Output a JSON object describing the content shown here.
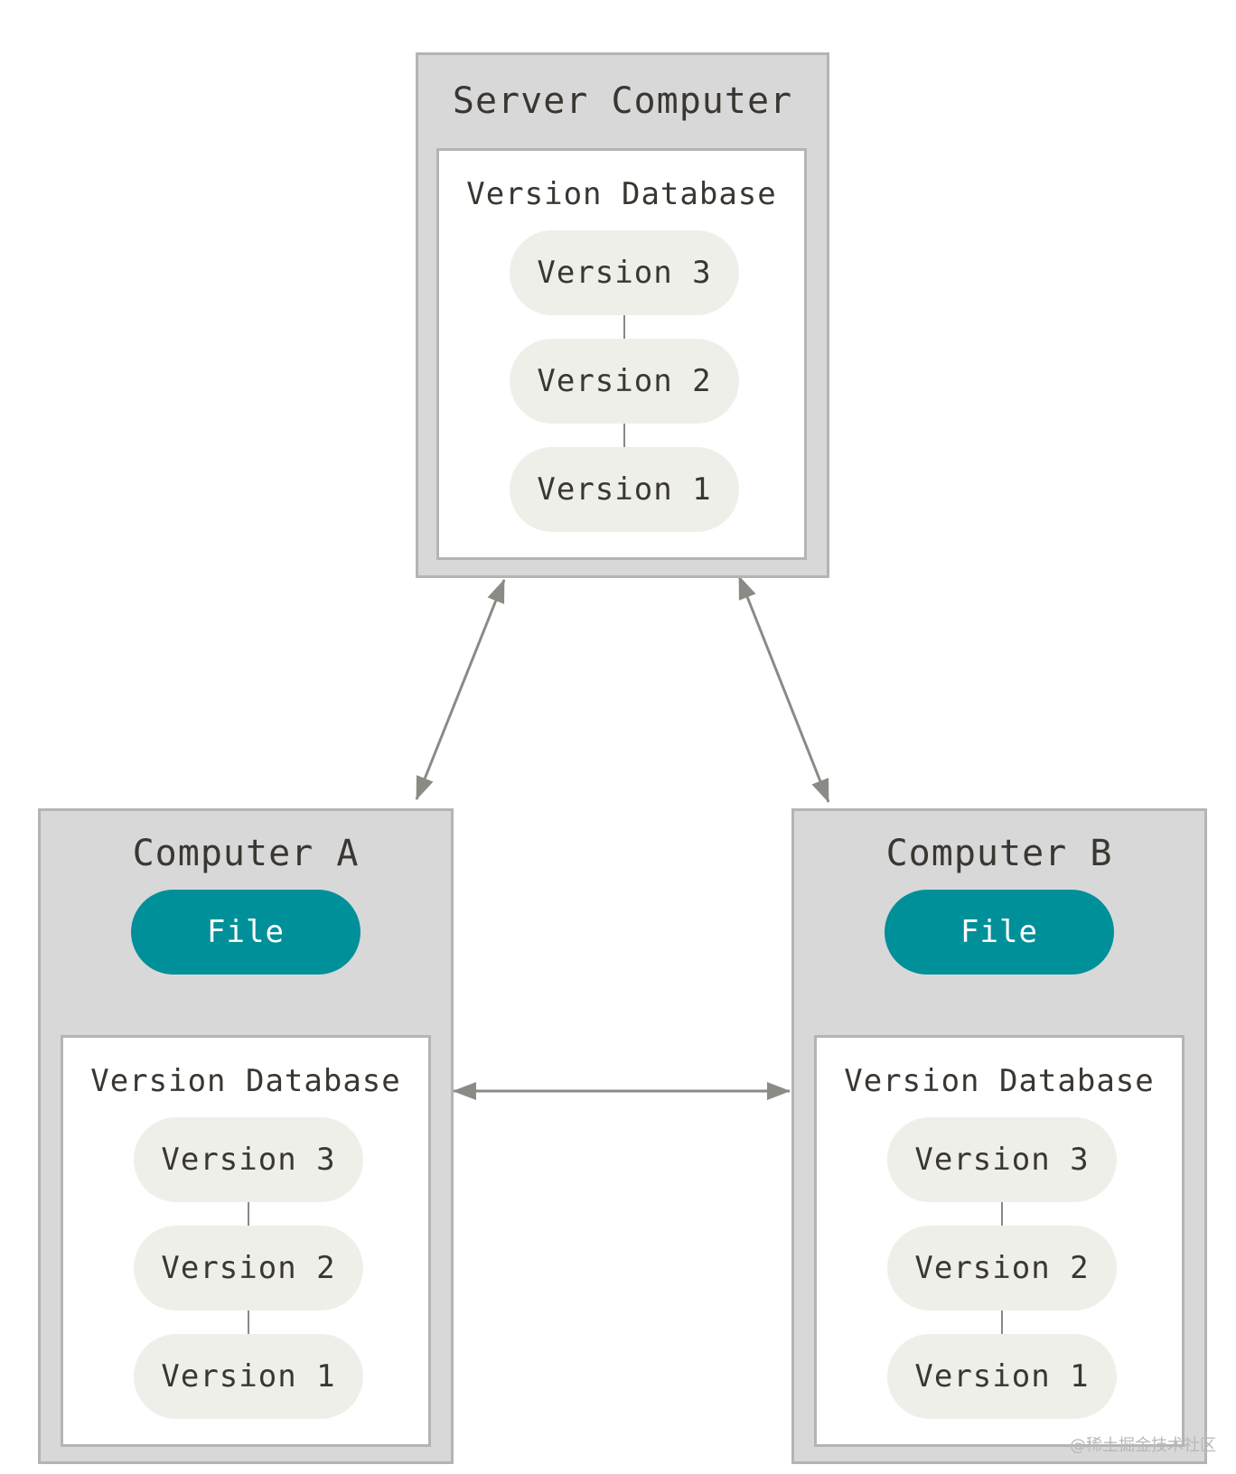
{
  "server": {
    "title": "Server Computer",
    "database": {
      "title": "Version Database",
      "versions": [
        "Version 3",
        "Version 2",
        "Version 1"
      ]
    }
  },
  "computer_a": {
    "title": "Computer A",
    "file": "File",
    "database": {
      "title": "Version Database",
      "versions": [
        "Version 3",
        "Version 2",
        "Version 1"
      ]
    }
  },
  "computer_b": {
    "title": "Computer B",
    "file": "File",
    "database": {
      "title": "Version Database",
      "versions": [
        "Version 3",
        "Version 2",
        "Version 1"
      ]
    }
  },
  "colors": {
    "file_fill": "#009099",
    "file_text": "#ffffff",
    "arrow": "#8c8a85"
  },
  "watermark": "@稀土掘金技术社区"
}
